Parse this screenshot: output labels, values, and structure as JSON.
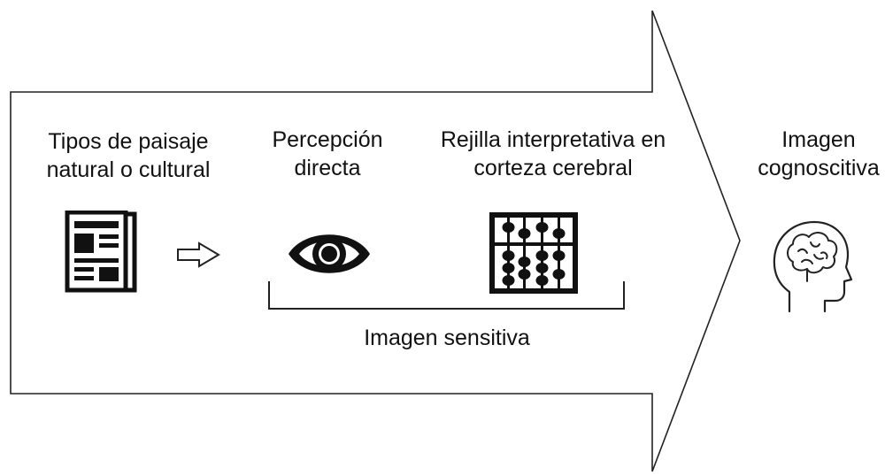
{
  "stages": [
    {
      "id": "landscape",
      "label": "Tipos de paisaje\nnatural o cultural",
      "icon": "document-icon"
    },
    {
      "id": "perception",
      "label": "Percepción\ndirecta",
      "icon": "eye-icon"
    },
    {
      "id": "cortex",
      "label": "Rejilla interpretativa en\ncorteza cerebral",
      "icon": "abacus-icon"
    },
    {
      "id": "cognitive",
      "label": "Imagen\ncognoscitiva",
      "icon": "head-brain-icon"
    }
  ],
  "connector_icon": "arrow-right-outline-icon",
  "bracket_label": "Imagen sensitiva",
  "colors": {
    "stroke": "#222222",
    "fill": "#111111",
    "background": "#ffffff"
  }
}
